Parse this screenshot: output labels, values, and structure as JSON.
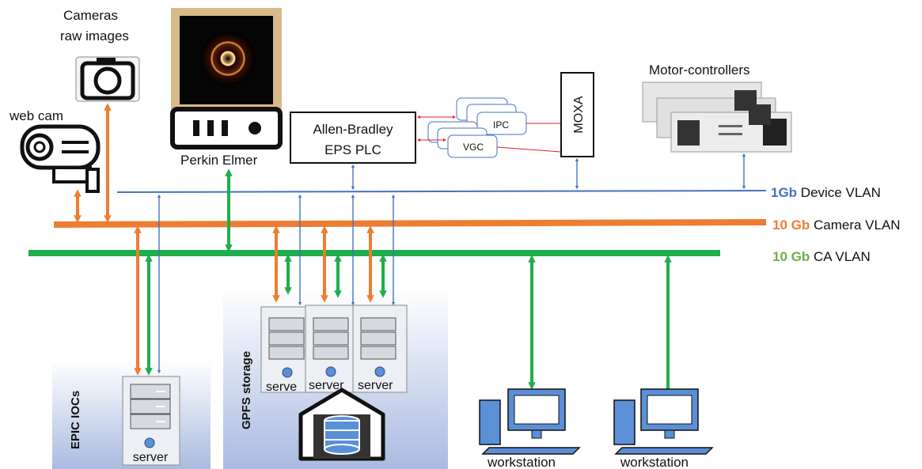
{
  "labels": {
    "cameras_line1": "Cameras",
    "cameras_line2": "raw images",
    "webcam": "web cam",
    "perkin": "Perkin Elmer",
    "plc_line1": "Allen-Bradley",
    "plc_line2": "EPS PLC",
    "ipc": "IPC",
    "vgc": "VGC",
    "moxa": "MOXA",
    "motor": "Motor-controllers",
    "epic": "EPIC IOCs",
    "gpfs": "GPFS storage",
    "server": "server",
    "serve": "serve",
    "workstation": "workstation"
  },
  "networks": [
    {
      "speed": "1Gb",
      "name": "Device  VLAN",
      "color": "#4472c4"
    },
    {
      "speed": "10 Gb",
      "name": "Camera  VLAN",
      "color": "#ed7d31"
    },
    {
      "speed": "10 Gb",
      "name": "CA VLAN",
      "color": "#70ad47"
    }
  ],
  "colors": {
    "device": "#4472c4",
    "camera": "#ed7d31",
    "ca": "#1fae4b",
    "server_fill": "#eceff3",
    "panel_blue": "#aebfe0"
  }
}
